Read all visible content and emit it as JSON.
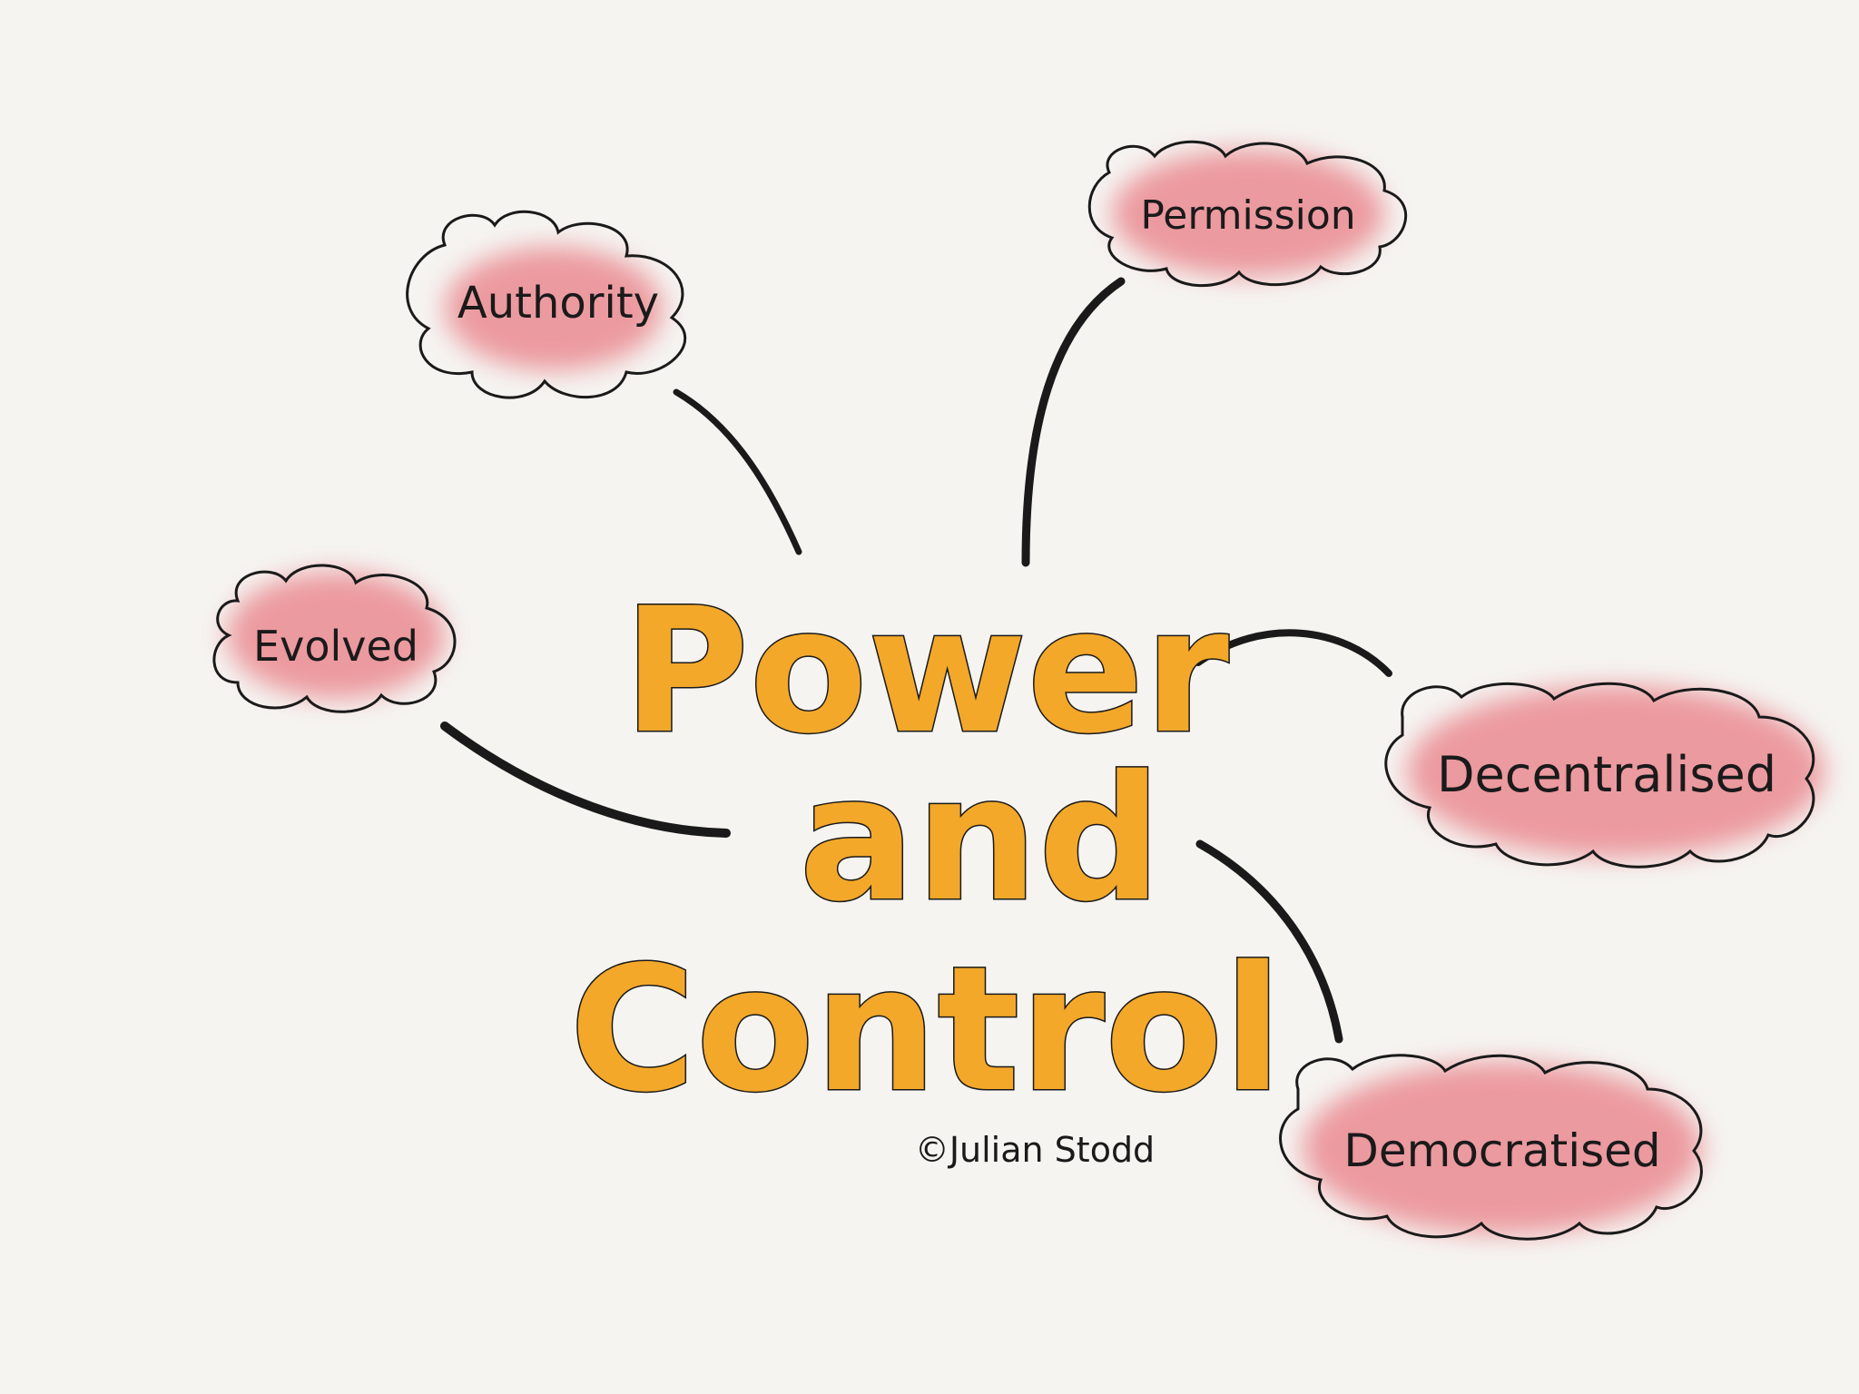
{
  "diagram": {
    "center_lines": [
      "Power",
      "and",
      "Control"
    ],
    "credit": "©Julian Stodd",
    "nodes": [
      {
        "id": "authority",
        "label": "Authority"
      },
      {
        "id": "permission",
        "label": "Permission"
      },
      {
        "id": "evolved",
        "label": "Evolved"
      },
      {
        "id": "decentralised",
        "label": "Decentralised"
      },
      {
        "id": "democratised",
        "label": "Democratised"
      }
    ]
  },
  "colors": {
    "background": "#f5f4f1",
    "title_fill": "#f3a82a",
    "cloud_wash": "#e8757d",
    "ink": "#1a1a1a"
  }
}
